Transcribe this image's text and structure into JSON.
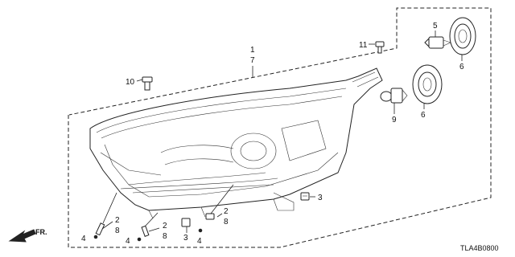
{
  "diagram": {
    "code": "TLA4B0800",
    "direction_label": "FR.",
    "callouts": {
      "c1": "1",
      "c7": "7",
      "c2a": "2",
      "c8a": "8",
      "c2b": "2",
      "c8b": "8",
      "c2c": "2",
      "c8c": "8",
      "c3a": "3",
      "c3b": "3",
      "c4a": "4",
      "c4b": "4",
      "c4c": "4",
      "c5": "5",
      "c6a": "6",
      "c6b": "6",
      "c9": "9",
      "c10": "10",
      "c11": "11"
    }
  }
}
